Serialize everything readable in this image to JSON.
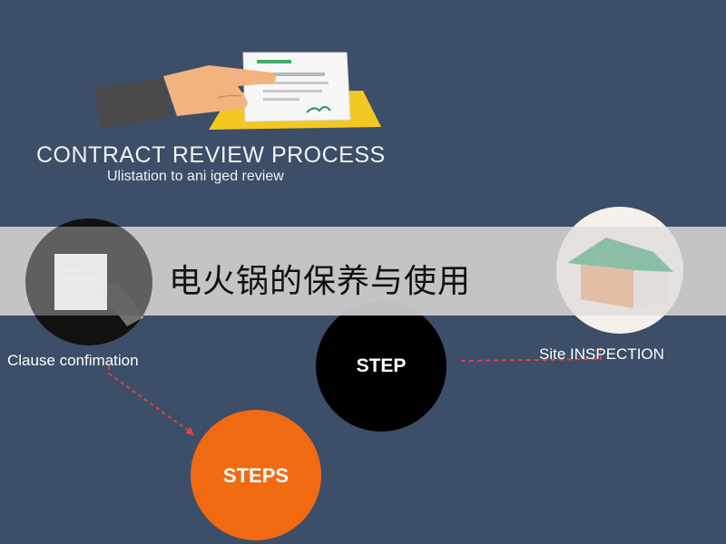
{
  "header": {
    "title": "CONTRACT REVIEW PROCESS",
    "subtitle": "Ulistation to ani iged review"
  },
  "banner": {
    "title": "电火锅的保养与使用"
  },
  "nodes": {
    "clause_label": "Clause confimation",
    "site_label": "Site INSPECTION",
    "step_label": "STEP",
    "steps_label": "STEPS"
  },
  "colors": {
    "background": "#3c4e68",
    "step_circle": "#000000",
    "steps_circle": "#f06a12",
    "arrow": "#e0453a",
    "folder": "#f3c823",
    "hand": "#f2b37e",
    "sleeve": "#4a4a4a"
  },
  "icons": {
    "hero": "hand-holding-document-icon",
    "clause": "document-hand-icon",
    "site": "house-icon"
  }
}
